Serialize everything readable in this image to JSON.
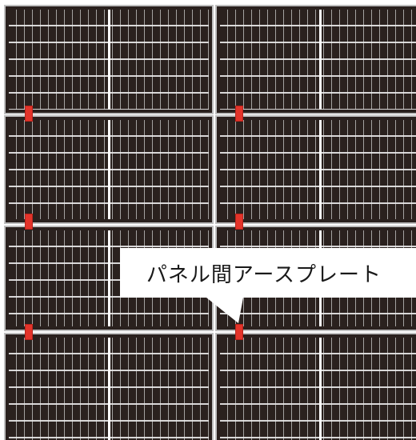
{
  "callout": {
    "text": "パネル間アースプレート"
  },
  "colors": {
    "panel_cell": "#2a211e",
    "panel_frame": "#bfbfbf",
    "grid_line": "#ebebeb",
    "clip": "#e4342a",
    "callout_fill": "#ffffff"
  },
  "panels": {
    "rows": 4,
    "columns": 2
  },
  "clips_count": 6
}
